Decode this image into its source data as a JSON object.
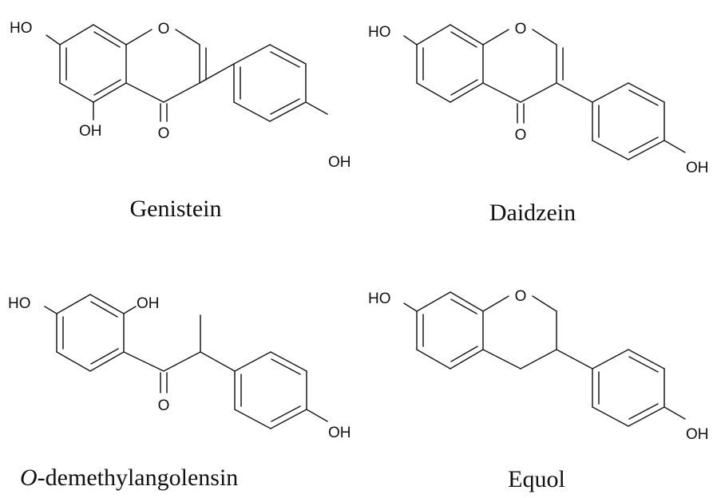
{
  "molecules": {
    "genistein": {
      "name": "Genistein",
      "labels": {
        "ho7": "HO",
        "o1": "O",
        "oh5": "OH",
        "o4": "O",
        "oh4p": "OH"
      }
    },
    "daidzein": {
      "name": "Daidzein",
      "labels": {
        "ho7": "HO",
        "o1": "O",
        "o4": "O",
        "oh4p": "OH"
      }
    },
    "odma": {
      "name_italic": "O",
      "name_rest": "-demethylangolensin",
      "labels": {
        "ho4": "HO",
        "oh2": "OH",
        "o": "O",
        "oh4p": "OH"
      }
    },
    "equol": {
      "name": "Equol",
      "labels": {
        "ho7": "HO",
        "o1": "O",
        "oh4p": "OH"
      }
    }
  }
}
